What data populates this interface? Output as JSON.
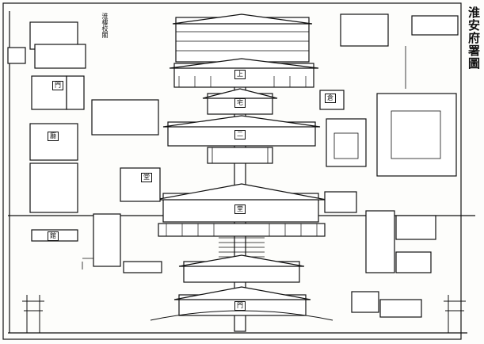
{
  "title": "淮安府署圖",
  "labels": {
    "side_lane": "淮樓校閣",
    "hall_upper": "上",
    "hall_middle": "宅",
    "hall_front": "二",
    "hall_main": "堂",
    "west_block": "廳",
    "west_court": "堂",
    "west_gate": "門",
    "west_lower": "館",
    "east_block": "倉",
    "gate_bottom": "門"
  },
  "colors": {
    "ink": "#111111",
    "paper": "#fdfdfb"
  }
}
